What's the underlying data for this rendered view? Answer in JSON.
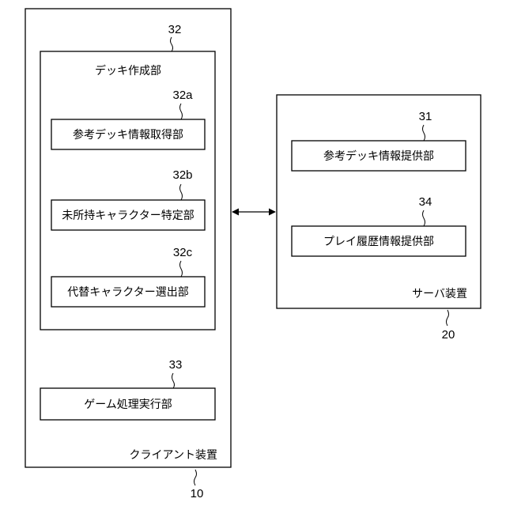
{
  "client": {
    "label": "クライアント装置",
    "ref": "10",
    "deck_unit": {
      "label": "デッキ作成部",
      "ref": "32",
      "components": [
        {
          "label": "参考デッキ情報取得部",
          "ref": "32a"
        },
        {
          "label": "未所持キャラクター特定部",
          "ref": "32b"
        },
        {
          "label": "代替キャラクター選出部",
          "ref": "32c"
        }
      ]
    },
    "game_unit": {
      "label": "ゲーム処理実行部",
      "ref": "33"
    }
  },
  "server": {
    "label": "サーバ装置",
    "ref": "20",
    "components": [
      {
        "label": "参考デッキ情報提供部",
        "ref": "31"
      },
      {
        "label": "プレイ履歴情報提供部",
        "ref": "34"
      }
    ]
  }
}
